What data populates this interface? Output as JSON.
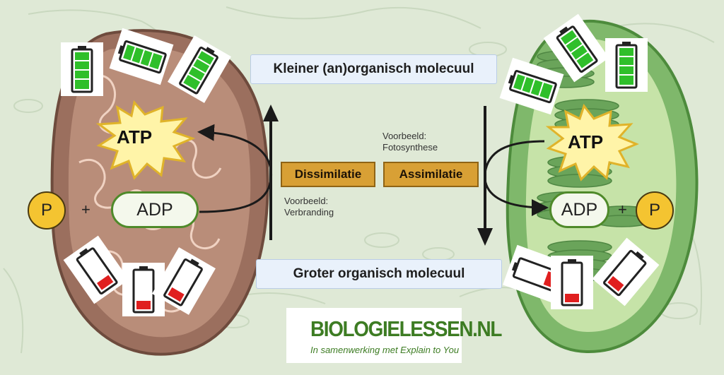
{
  "top_label": "Kleiner (an)organisch molecuul",
  "bottom_label": "Groter organisch molecuul",
  "dissimilation": {
    "label": "Dissimilatie",
    "example_heading": "Voorbeeld:",
    "example": "Verbranding"
  },
  "assimilation": {
    "label": "Assimilatie",
    "example_heading": "Voorbeeld:",
    "example": "Fotosynthese"
  },
  "left_cell": {
    "atp": "ATP",
    "adp": "ADP",
    "phosphate": "P",
    "plus": "+"
  },
  "right_cell": {
    "atp": "ATP",
    "adp": "ADP",
    "phosphate": "P",
    "plus": "+"
  },
  "logo": {
    "name": "BIOLOGIELESSEN.NL",
    "tagline": "In samenwerking met Explain to You"
  },
  "colors": {
    "background": "#dfe9d6",
    "mitochondrion": "#9b6f5e",
    "chloroplast": "#7fb86b",
    "battery_full": "#2fbf2a",
    "battery_low": "#e01f1f",
    "label_gold": "#d8a035",
    "label_blue": "#e9f1fb",
    "phosphate": "#f4c431",
    "atp_burst": "#fff4a8"
  }
}
